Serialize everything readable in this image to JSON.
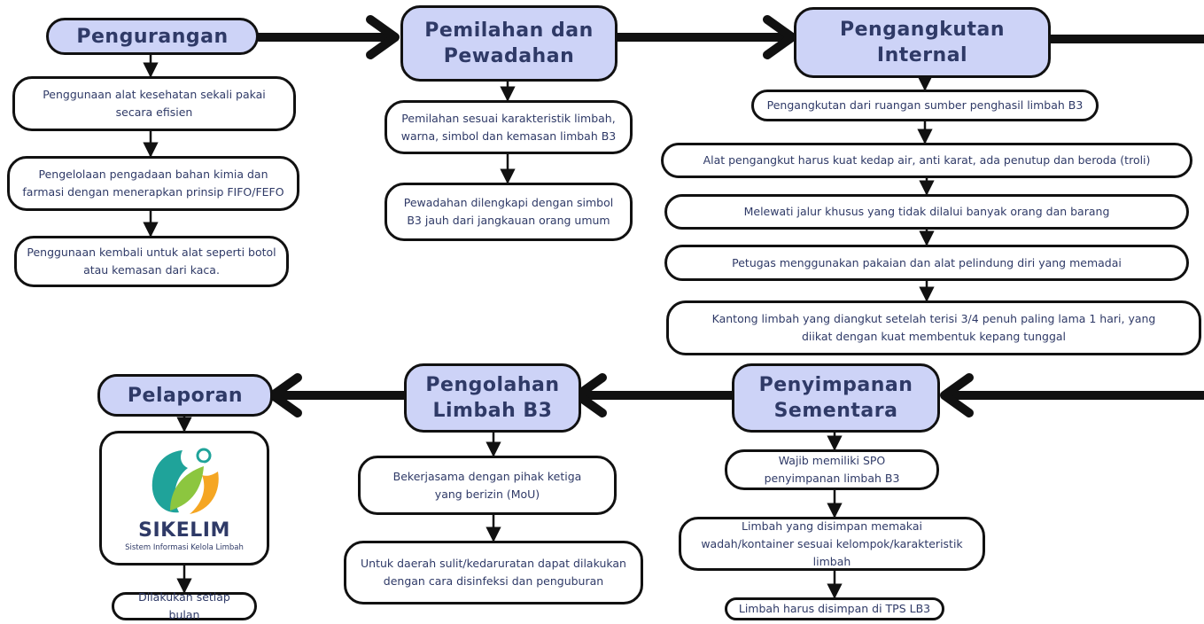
{
  "stages": {
    "pengurangan": "Pengurangan",
    "pemilahan": "Pemilahan dan Pewadahan",
    "pengangkutan": "Pengangkutan Internal",
    "penyimpanan": "Penyimpanan Sementara",
    "pengolahan": "Pengolahan Limbah B3",
    "pelaporan": "Pelaporan"
  },
  "pengurangan_steps": [
    "Penggunaan alat kesehatan sekali pakai secara efisien",
    "Pengelolaan pengadaan bahan kimia dan farmasi dengan menerapkan prinsip FIFO/FEFO",
    "Penggunaan kembali untuk alat seperti botol atau kemasan dari kaca."
  ],
  "pemilahan_steps": [
    "Pemilahan sesuai karakteristik limbah, warna, simbol dan kemasan limbah B3",
    "Pewadahan dilengkapi dengan simbol B3 jauh dari jangkauan orang umum"
  ],
  "pengangkutan_steps": [
    "Pengangkutan dari ruangan sumber penghasil limbah B3",
    "Alat pengangkut harus kuat kedap air, anti karat, ada penutup dan beroda (troli)",
    "Melewati jalur khusus yang tidak dilalui banyak orang dan barang",
    "Petugas menggunakan pakaian dan alat pelindung diri yang memadai",
    "Kantong limbah yang diangkut setelah terisi 3/4 penuh paling lama 1 hari, yang diikat dengan kuat membentuk kepang tunggal"
  ],
  "penyimpanan_steps": [
    "Wajib memiliki SPO penyimpanan limbah B3",
    "Limbah yang disimpan memakai wadah/kontainer sesuai kelompok/karakteristik limbah",
    "Limbah harus disimpan di TPS LB3"
  ],
  "pengolahan_steps": [
    "Bekerjasama dengan pihak ketiga yang berizin (MoU)",
    "Untuk daerah sulit/kedaruratan dapat dilakukan dengan cara disinfeksi dan penguburan"
  ],
  "pelaporan_logo": {
    "name": "SIKELIM",
    "subtitle": "Sistem Informasi Kelola Limbah"
  },
  "pelaporan_steps": [
    "Dilakukan setiap bulan"
  ],
  "colors": {
    "header_fill": "#cdd3f7",
    "text": "#2f3a67",
    "stroke": "#111111",
    "logo_teal": "#1fa39a",
    "logo_green": "#8cc63f",
    "logo_orange": "#f5a623"
  }
}
